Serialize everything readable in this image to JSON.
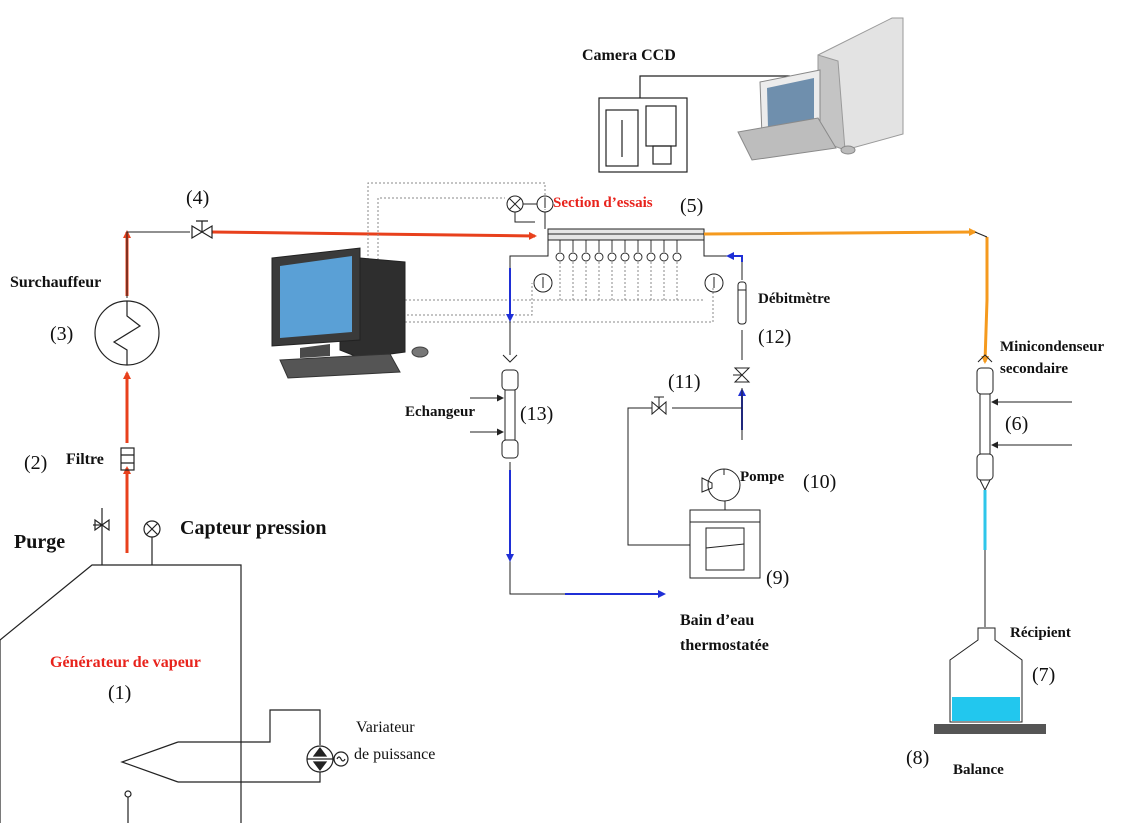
{
  "labels": {
    "camera": "Camera CCD",
    "test_section": "Section d’essais",
    "test_section_num": "(5)",
    "valve4_num": "(4)",
    "superheater": "Surchauffeur",
    "superheater_num": "(3)",
    "filter": "Filtre",
    "filter_num": "(2)",
    "purge": "Purge",
    "pressure_sensor": "Capteur pression",
    "generator": "Générateur de vapeur",
    "generator_num": "(1)",
    "power_variator_l1": "Variateur",
    "power_variator_l2": "de puissance",
    "flowmeter": "Débitmètre",
    "flowmeter_num": "(12)",
    "valve11_num": "(11)",
    "exchanger": "Echangeur",
    "exchanger_num": "(13)",
    "pump": "Pompe",
    "pump_num": "(10)",
    "bath_num": "(9)",
    "bath_l1": "Bain  d’eau",
    "bath_l2": "thermostatée",
    "condenser_l1": "Minicondenseur",
    "condenser_l2": "secondaire",
    "condenser_num": "(6)",
    "container": "Récipient",
    "container_num": "(7)",
    "balance_num": "(8)",
    "balance": "Balance"
  },
  "colors": {
    "steam_line": "#e8401c",
    "superheated_line": "#f59a1e",
    "coolant_line": "#1f2fd6",
    "condensate_line": "#2ec6ea",
    "water_fill": "#22c7ee",
    "label_red": "#e8231c"
  }
}
